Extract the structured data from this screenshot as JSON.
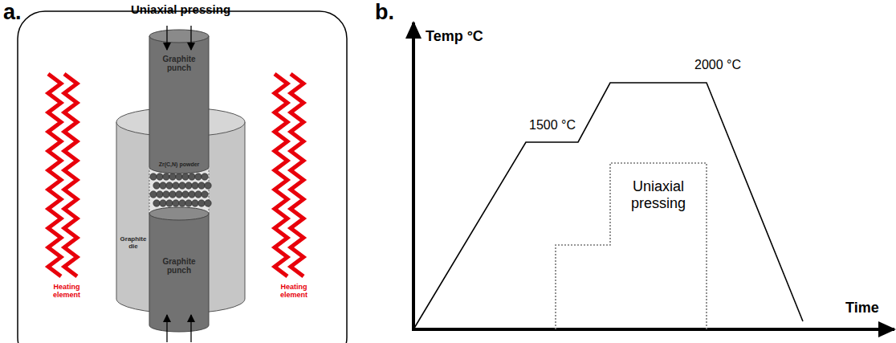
{
  "diagram": {
    "nodes": [
      {
        "text": [
          "Graphite punch"
        ]
      },
      {
        "text": [
          "Graphite die"
        ]
      },
      {
        "text": [
          "Graphite punch"
        ]
      }
    ],
    "labels": [
      "a.",
      "Uniaxial pressing",
      "Zr(C,N) powder",
      "Heating element",
      "Heating element",
      "b.",
      "Temp °C",
      "1500 °C",
      "2000 °C",
      "Uniaxial pressing",
      "Time"
    ]
  }
}
